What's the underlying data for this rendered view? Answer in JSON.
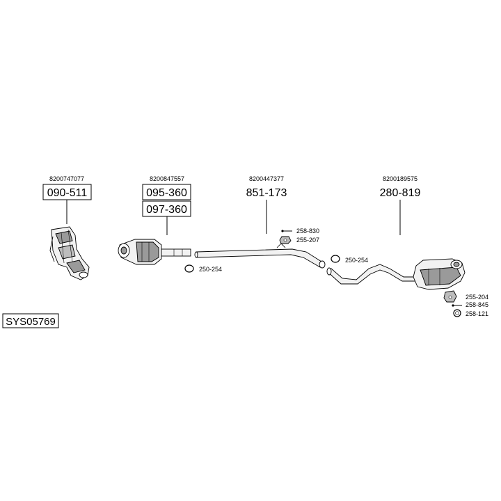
{
  "system": {
    "code": "SYS05769"
  },
  "components": [
    {
      "id": "manifold-catalyst",
      "oem": "8200747077",
      "part_numbers": [
        "090-511"
      ]
    },
    {
      "id": "front-pipe-cat",
      "oem": "8200847557",
      "part_numbers": [
        "095-360",
        "097-360"
      ]
    },
    {
      "id": "middle-pipe",
      "oem": "8200447377",
      "part_numbers": [
        "851-173"
      ]
    },
    {
      "id": "rear-silencer",
      "oem": "8200189575",
      "part_numbers": [
        "280-819"
      ]
    }
  ],
  "accessories": {
    "clamp_front": "250-254",
    "bolt_mid": "258-830",
    "hanger_mid": "255-207",
    "clamp_mid": "250-254",
    "hanger_rear": "255-204",
    "bolt_rear": "258-845",
    "ring_rear": "258-121"
  },
  "colors": {
    "line": "#000000",
    "part_fill": "#f2f2f2",
    "part_shade": "#9a9a9a",
    "background": "#ffffff"
  }
}
